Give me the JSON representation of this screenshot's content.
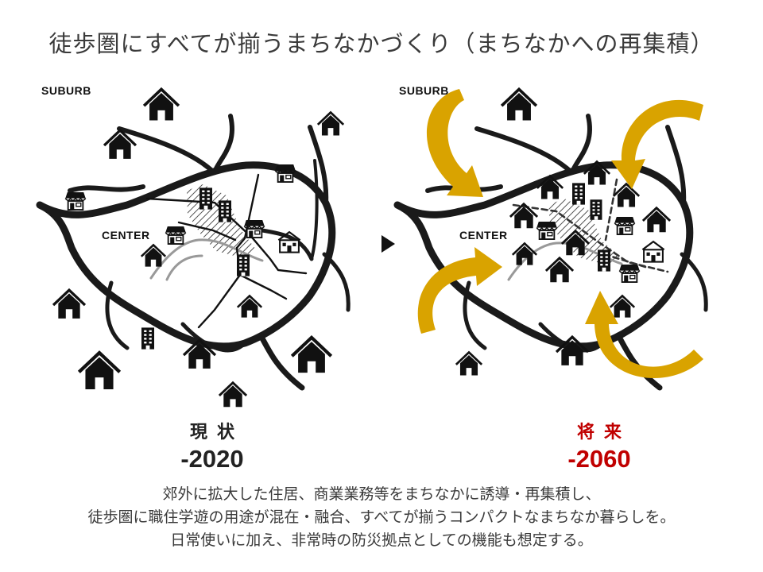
{
  "title": "徒歩圏にすべてが揃うまちなかづくり（まちなかへの再集積）",
  "maps": {
    "current": {
      "suburb_label": "SUBURB",
      "center_label": "CENTER"
    },
    "future": {
      "suburb_label": "SUBURB",
      "center_label": "CENTER"
    }
  },
  "stages": {
    "current": {
      "label": "現状",
      "year": "-2020",
      "color": "#222222"
    },
    "future": {
      "label": "将来",
      "year": "-2060",
      "color": "#c00000"
    }
  },
  "description": {
    "lines": [
      "郊外に拡大した住居、商業業務等をまちなかに誘導・再集積し、",
      "徒歩圏に職住学遊の用途が混在・融合、すべてが揃うコンパクトなまちなか暮らしを。",
      "日常使いに加え、非常時の防災拠点としての機能も想定する。"
    ]
  },
  "colors": {
    "arrow": "#d9a300",
    "ink": "#222222",
    "accent": "#c00000"
  },
  "icons": [
    "house-icon",
    "shop-icon",
    "building-icon",
    "arrow-right-icon",
    "curved-arrow-icon"
  ]
}
